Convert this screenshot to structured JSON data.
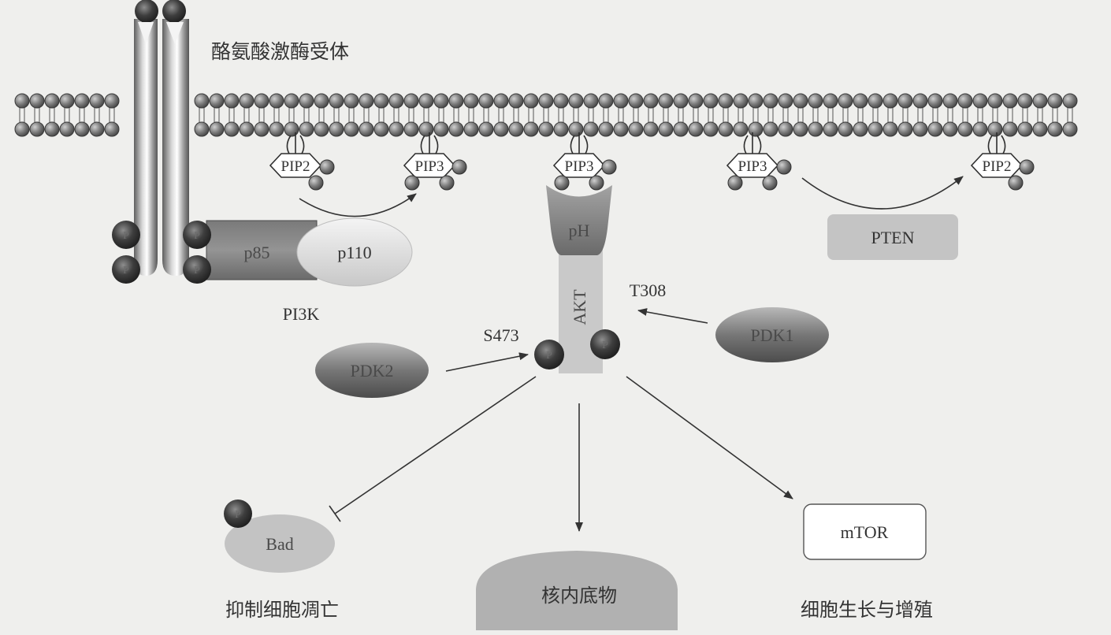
{
  "diagram": {
    "receptor_label": "酪氨酸激酶受体"
  },
  "lipids": [
    {
      "label": "PIP2"
    },
    {
      "label": "PIP3"
    },
    {
      "label": "PIP3"
    },
    {
      "label": "PIP3"
    },
    {
      "label": "PIP2"
    }
  ],
  "pi3k": {
    "label": "PI3K",
    "p85": "p85",
    "p110": "p110"
  },
  "pten": {
    "label": "PTEN"
  },
  "akt": {
    "ph_domain": "pH",
    "label": "AKT",
    "site_t308": "T308",
    "site_s473": "S473"
  },
  "kinases": {
    "pdk1": "PDK1",
    "pdk2": "PDK2"
  },
  "phosphate_label": "P",
  "targets": {
    "bad": "Bad",
    "nuclear_substrates": "核内底物",
    "mtor": "mTOR"
  },
  "outcomes": {
    "inhibit_apoptosis": "抑制细胞凋亡",
    "growth_proliferation": "细胞生长与增殖"
  },
  "colors": {
    "pten": "#c4c4c4",
    "akt_body": "#c9c9c9",
    "nuclear_substrates": "#b1b1b1",
    "bad": "#c3c3c3",
    "mtor_fill": "#ffffff"
  }
}
